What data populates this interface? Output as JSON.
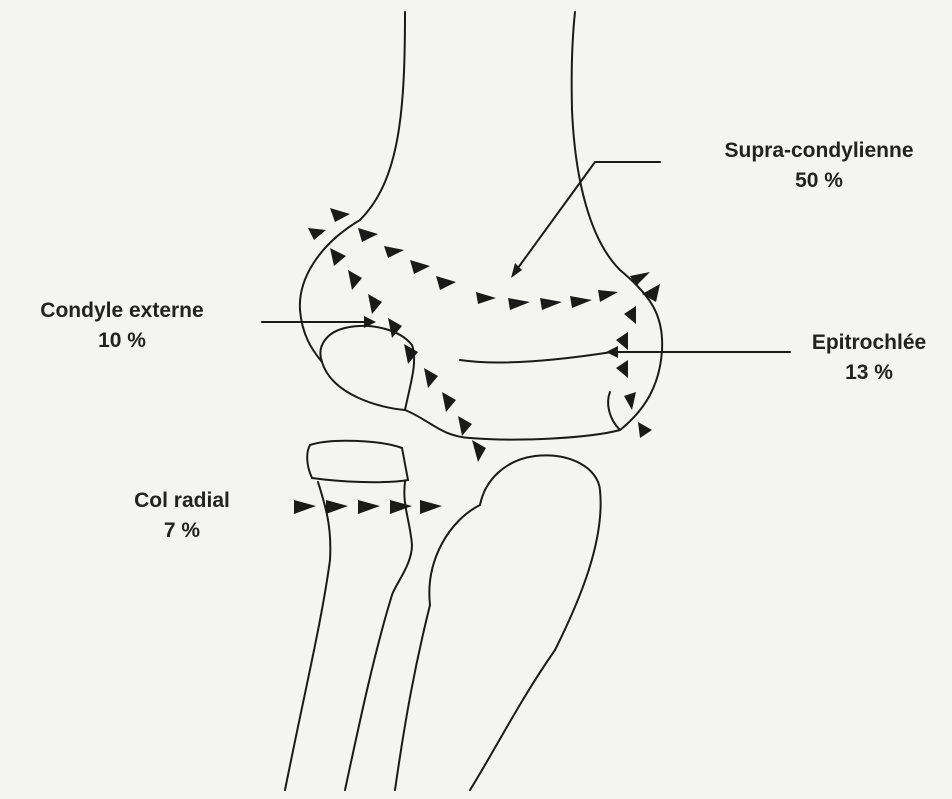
{
  "labels": {
    "supra": {
      "name": "Supra-condylienne",
      "percent": "50 %"
    },
    "condyle": {
      "name": "Condyle externe",
      "percent": "10 %"
    },
    "epitrochlee": {
      "name": "Epitrochlée",
      "percent": "13 %"
    },
    "col_radial": {
      "name": "Col radial",
      "percent": "7 %"
    }
  }
}
